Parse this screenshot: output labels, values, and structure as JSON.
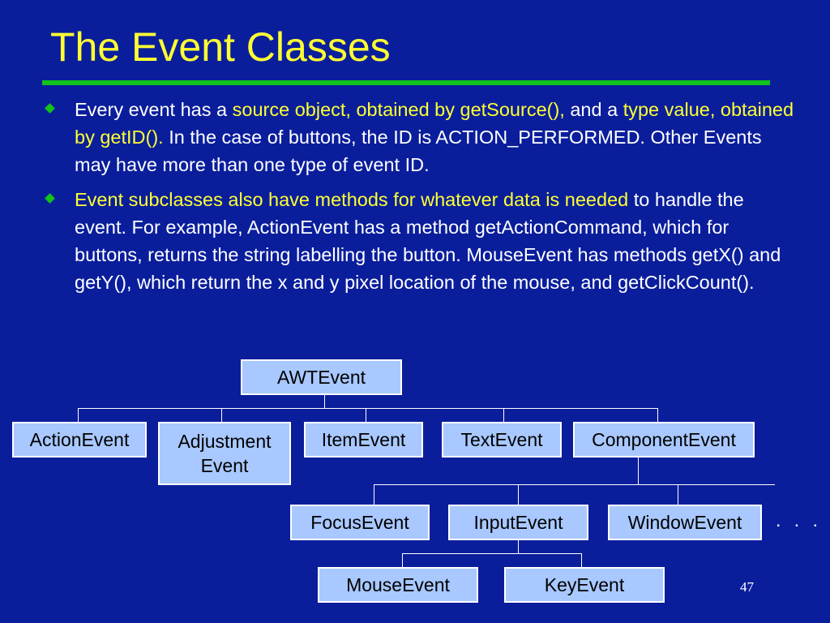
{
  "slide": {
    "title": "The Event Classes",
    "bullets": [
      {
        "parts": [
          {
            "text": "Every event has a ",
            "highlight": false
          },
          {
            "text": "source object, obtained by getSource(),",
            "highlight": true
          },
          {
            "text": " and a ",
            "highlight": false
          },
          {
            "text": "type value, obtained by getID().",
            "highlight": true
          },
          {
            "text": "  In the case of buttons, the ID is ACTION_PERFORMED.  Other Events may have more than one type of event ID.",
            "highlight": false
          }
        ]
      },
      {
        "parts": [
          {
            "text": "Event subclasses also have methods for whatever data is needed",
            "highlight": true
          },
          {
            "text": " to handle the event.  For example, ActionEvent has a method getActionCommand, which for buttons, returns the string labelling the button.  MouseEvent has methods getX() and getY(), which return the x and y pixel location of the mouse, and getClickCount().",
            "highlight": false
          }
        ]
      }
    ],
    "page_number": "47"
  },
  "hierarchy": {
    "root": "AWTEvent",
    "level1": [
      "ActionEvent",
      "Adjustment Event",
      "ItemEvent",
      "TextEvent",
      "ComponentEvent"
    ],
    "level2": [
      "FocusEvent",
      "InputEvent",
      "WindowEvent"
    ],
    "level3": [
      "MouseEvent",
      "KeyEvent"
    ],
    "more": ". . ."
  },
  "colors": {
    "background": "#0a1e9c",
    "title": "#ffff33",
    "highlight": "#ffff33",
    "rule": "#11c41a",
    "box_fill": "#a8c8ff"
  }
}
